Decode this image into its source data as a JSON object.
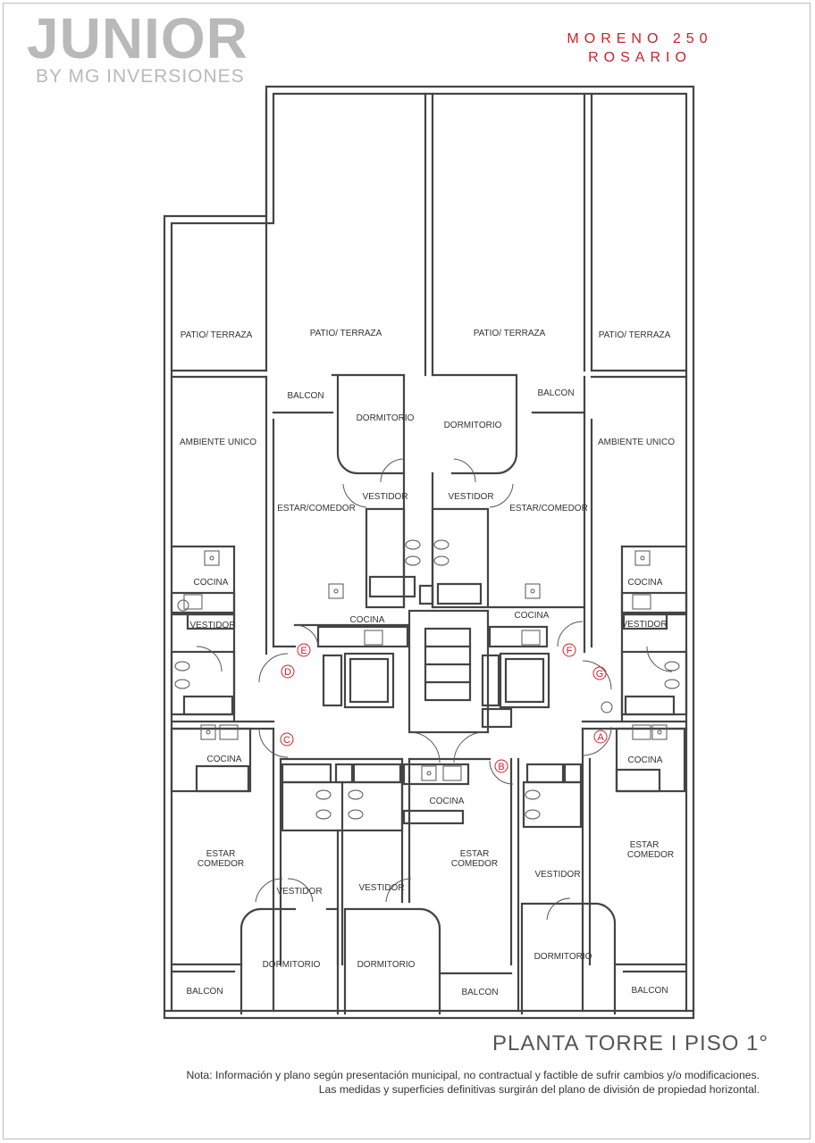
{
  "brand": {
    "name": "JUNIOR",
    "tagline": "BY MG INVERSIONES"
  },
  "address": {
    "line1": "MORENO 250",
    "line2": "ROSARIO"
  },
  "plan_title": "PLANTA TORRE I PISO 1°",
  "note": {
    "line1": "Nota: Información y plano según presentación municipal, no contractual y factible de sufrir cambios y/o modificaciones.",
    "line2": "Las medidas y superficies  definitivas surgirán del plano de división de propiedad horizontal."
  },
  "rooms": {
    "patio_terraza": "PATIO/ TERRAZA",
    "balcon": "BALCON",
    "dormitorio": "DORMITORIO",
    "ambiente_unico": "AMBIENTE UNICO",
    "vestidor": "VESTIDOR",
    "estar_comedor": "ESTAR/COMEDOR",
    "estar": "ESTAR",
    "comedor": "COMEDOR",
    "cocina": "COCINA"
  },
  "unit_marks": [
    "A",
    "B",
    "C",
    "D",
    "E",
    "F",
    "G"
  ],
  "colors": {
    "wall": "#444444",
    "accent_red": "#d0202a",
    "logo_gray": "#b9b9b9"
  }
}
